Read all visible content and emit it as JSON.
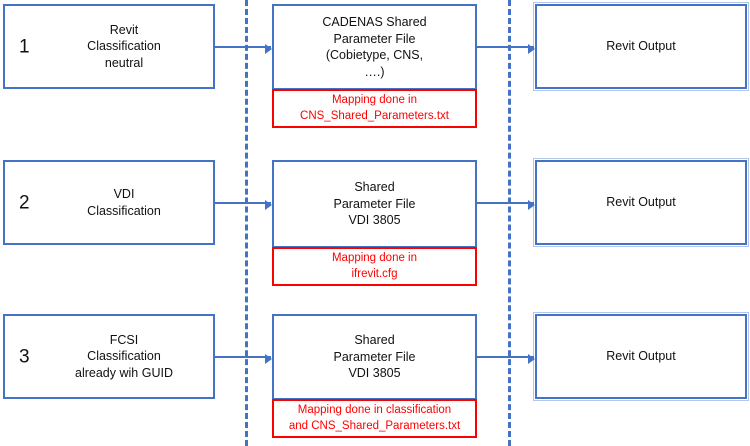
{
  "theme": {
    "box_border_color": "#4472C4",
    "note_border_color": "#FF0000",
    "note_text_color": "#FF0000",
    "arrow_color": "#4472C4",
    "divider_color": "#4472C4",
    "text_color": "#111111",
    "background": "#ffffff"
  },
  "rows": [
    {
      "number": "1",
      "classification": "Revit\nClassification\nneutral",
      "classification_lines": [
        "Revit",
        "Classification",
        "neutral"
      ],
      "shared_parameter_file_lines": [
        "CADENAS Shared",
        "Parameter File",
        "(Cobietype, CNS,",
        "….)"
      ],
      "note_lines": [
        "Mapping done in",
        "CNS_Shared_Parameters.txt"
      ],
      "output": "Revit Output"
    },
    {
      "number": "2",
      "classification": "VDI\nClassification",
      "classification_lines": [
        "VDI",
        "Classification"
      ],
      "shared_parameter_file_lines": [
        "Shared",
        "Parameter File",
        "VDI 3805"
      ],
      "note_lines": [
        "Mapping done in",
        "ifrevit.cfg"
      ],
      "output": "Revit Output"
    },
    {
      "number": "3",
      "classification": "FCSI\nClassification\nalready wih GUID",
      "classification_lines": [
        "FCSI",
        "Classification",
        "already wih GUID"
      ],
      "shared_parameter_file_lines": [
        "Shared",
        "Parameter File",
        "VDI 3805"
      ],
      "note_lines": [
        "Mapping done in classification",
        "and CNS_Shared_Parameters.txt"
      ],
      "output": "Revit Output"
    }
  ]
}
